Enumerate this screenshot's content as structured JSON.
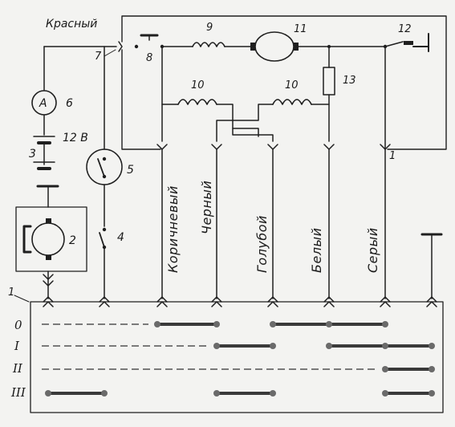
{
  "diagram": {
    "top_wire_label": "Красный",
    "components": {
      "ammeter_symbol": "А",
      "ammeter_num": "6",
      "battery_voltage": "12 В",
      "battery_num": "3",
      "generator_num": "2",
      "switch5_num": "5",
      "switch4_num": "4",
      "label_7_top": "7",
      "label_8": "8",
      "coil_9": "9",
      "motor_11": "11",
      "switch_12": "12",
      "resistor_13": "13",
      "coil_10_left": "10",
      "coil_10_right": "10",
      "label_1_bottom": "1",
      "label_1_right": "1"
    },
    "wires": [
      "Коричневый",
      "Черный",
      "Голубой",
      "Белый",
      "Серый"
    ],
    "positions": [
      "0",
      "I",
      "II",
      "III"
    ]
  }
}
